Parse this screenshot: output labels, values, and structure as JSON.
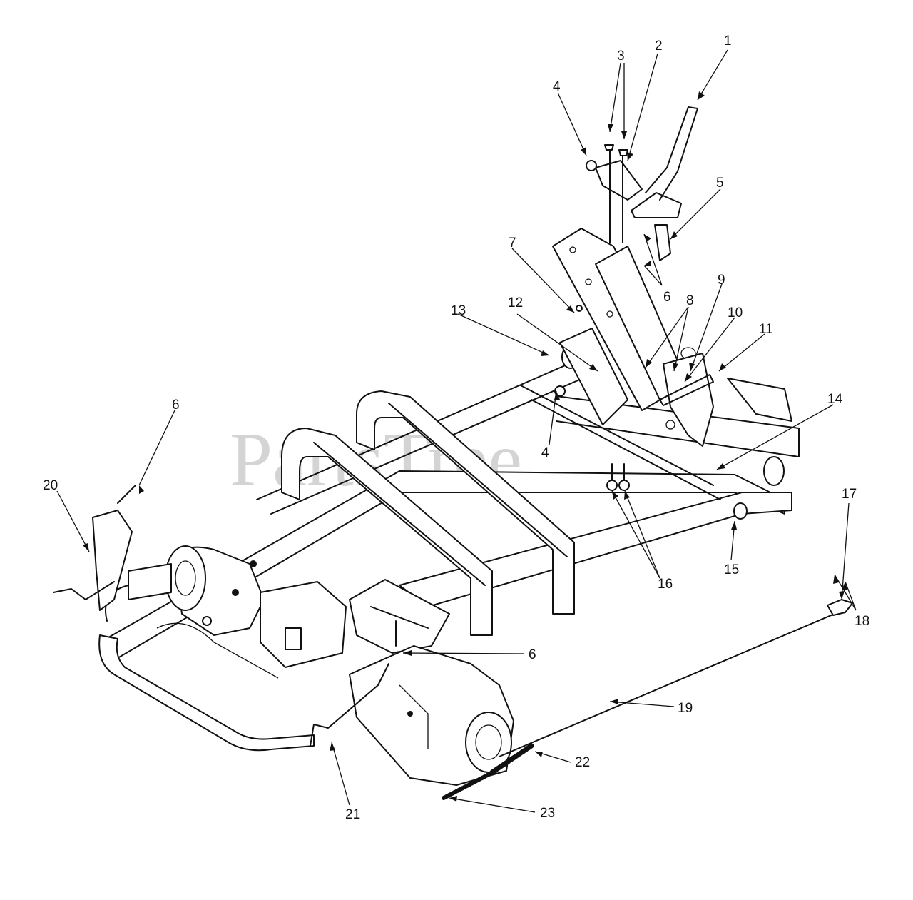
{
  "watermark": "PartsTree",
  "callouts": [
    {
      "id": "c1",
      "text": "1"
    },
    {
      "id": "c2",
      "text": "2"
    },
    {
      "id": "c3",
      "text": "3"
    },
    {
      "id": "c4a",
      "text": "4"
    },
    {
      "id": "c4b",
      "text": "4"
    },
    {
      "id": "c5",
      "text": "5"
    },
    {
      "id": "c6a",
      "text": "6"
    },
    {
      "id": "c6b",
      "text": "6"
    },
    {
      "id": "c6c",
      "text": "6"
    },
    {
      "id": "c7",
      "text": "7"
    },
    {
      "id": "c8",
      "text": "8"
    },
    {
      "id": "c9",
      "text": "9"
    },
    {
      "id": "c10",
      "text": "10"
    },
    {
      "id": "c11",
      "text": "11"
    },
    {
      "id": "c12",
      "text": "12"
    },
    {
      "id": "c13",
      "text": "13"
    },
    {
      "id": "c14",
      "text": "14"
    },
    {
      "id": "c15",
      "text": "15"
    },
    {
      "id": "c16",
      "text": "16"
    },
    {
      "id": "c17",
      "text": "17"
    },
    {
      "id": "c18",
      "text": "18"
    },
    {
      "id": "c19",
      "text": "19"
    },
    {
      "id": "c20",
      "text": "20"
    },
    {
      "id": "c21",
      "text": "21"
    },
    {
      "id": "c22",
      "text": "22"
    },
    {
      "id": "c23",
      "text": "23"
    }
  ]
}
